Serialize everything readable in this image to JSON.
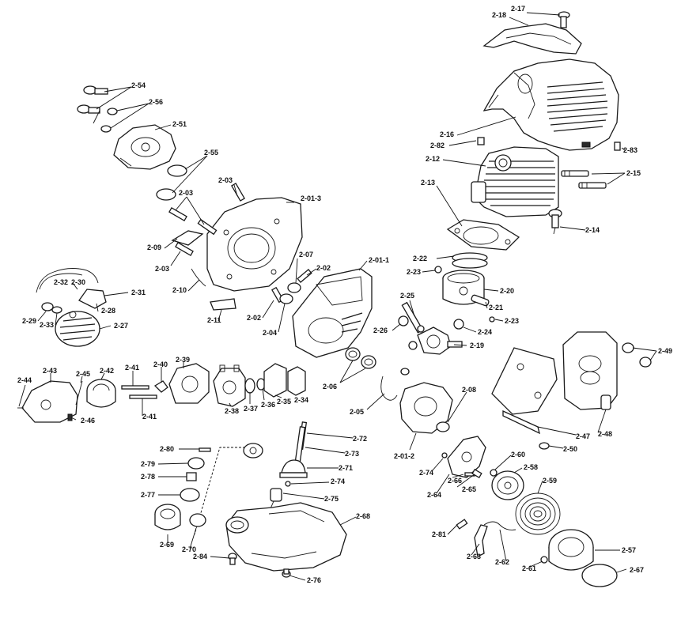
{
  "labels": {
    "l2_17": "2-17",
    "l2_18": "2-18",
    "l2_16": "2-16",
    "l2_82": "2-82",
    "l2_83": "2-83",
    "l2_12": "2-12",
    "l2_15": "2-15",
    "l2_13": "2-13",
    "l2_14": "2-14",
    "l2_54": "2-54",
    "l2_56": "2-56",
    "l2_51": "2-51",
    "l2_55": "2-55",
    "l2_03a": "2-03",
    "l2_03b": "2-03",
    "l2_01_3": "2-01-3",
    "l2_09": "2-09",
    "l2_03c": "2-03",
    "l2_07": "2-07",
    "l2_02a": "2-02",
    "l2_01_1": "2-01-1",
    "l2_22": "2-22",
    "l2_23a": "2-23",
    "l2_20": "2-20",
    "l2_21": "2-21",
    "l2_23b": "2-23",
    "l2_32": "2-32",
    "l2_30": "2-30",
    "l2_31": "2-31",
    "l2_10": "2-10",
    "l2_28": "2-28",
    "l2_29": "2-29",
    "l2_33": "2-33",
    "l2_27": "2-27",
    "l2_11": "2-11",
    "l2_02b": "2-02",
    "l2_04": "2-04",
    "l2_25": "2-25",
    "l2_26": "2-26",
    "l2_24": "2-24",
    "l2_19": "2-19",
    "l2_49": "2-49",
    "l2_44": "2-44",
    "l2_43": "2-43",
    "l2_45": "2-45",
    "l2_42": "2-42",
    "l2_41a": "2-41",
    "l2_40": "2-40",
    "l2_39": "2-39",
    "l2_06": "2-06",
    "l2_08": "2-08",
    "l2_37": "2-37",
    "l2_36": "2-36",
    "l2_35": "2-35",
    "l2_34": "2-34",
    "l2_38": "2-38",
    "l2_46": "2-46",
    "l2_41b": "2-41",
    "l2_05": "2-05",
    "l2_47": "2-47",
    "l2_48": "2-48",
    "l2_72": "2-72",
    "l2_80": "2-80",
    "l2_73": "2-73",
    "l2_01_2": "2-01-2",
    "l2_50": "2-50",
    "l2_79": "2-79",
    "l2_71": "2-71",
    "l2_74a": "2-74",
    "l2_60": "2-60",
    "l2_58": "2-58",
    "l2_78": "2-78",
    "l2_74b": "2-74",
    "l2_66": "2-66",
    "l2_65": "2-65",
    "l2_64": "2-64",
    "l2_59": "2-59",
    "l2_77": "2-77",
    "l2_75": "2-75",
    "l2_68": "2-68",
    "l2_69": "2-69",
    "l2_81": "2-81",
    "l2_70": "2-70",
    "l2_84": "2-84",
    "l2_63": "2-63",
    "l2_62": "2-62",
    "l2_57": "2-57",
    "l2_61": "2-61",
    "l2_67": "2-67",
    "l2_76": "2-76"
  },
  "colors": {
    "line": "#111111",
    "background": "#ffffff"
  }
}
